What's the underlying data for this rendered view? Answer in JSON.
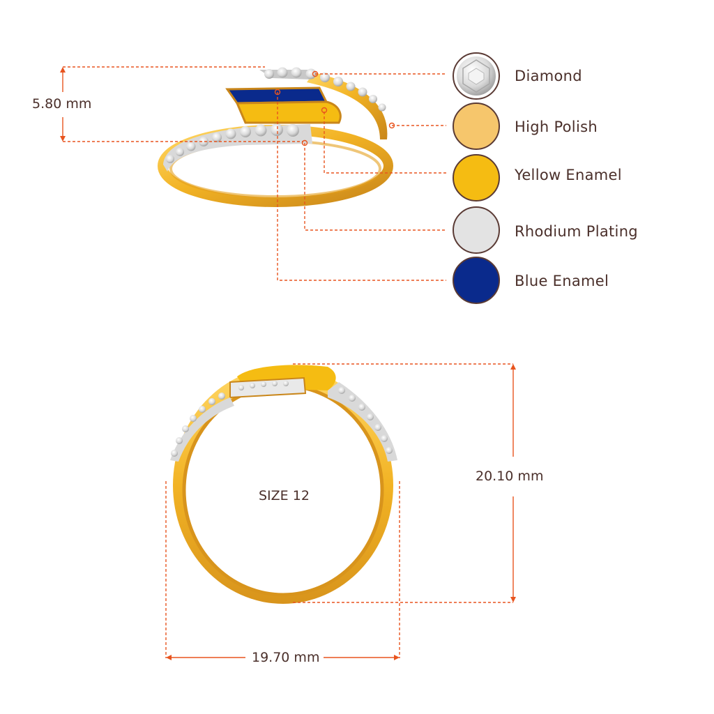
{
  "dimensions": {
    "height_label": "5.80 mm",
    "outer_height_label": "20.10 mm",
    "width_label": "19.70 mm"
  },
  "ring_size_label": "SIZE 12",
  "legend": [
    {
      "label": "Diamond",
      "swatch": "#e8e8e8"
    },
    {
      "label": "High Polish",
      "swatch": "#f6c66c"
    },
    {
      "label": "Yellow Enamel",
      "swatch": "#f5bc12"
    },
    {
      "label": "Rhodium Plating",
      "swatch": "#e3e3e3"
    },
    {
      "label": "Blue Enamel",
      "swatch": "#0a2a8c"
    }
  ],
  "colors": {
    "dimension_line": "#e8541e",
    "gold": "#f2b324",
    "gold_dark": "#d0901a",
    "text": "#4a2f2a",
    "swatch_border": "#5a3a34"
  }
}
